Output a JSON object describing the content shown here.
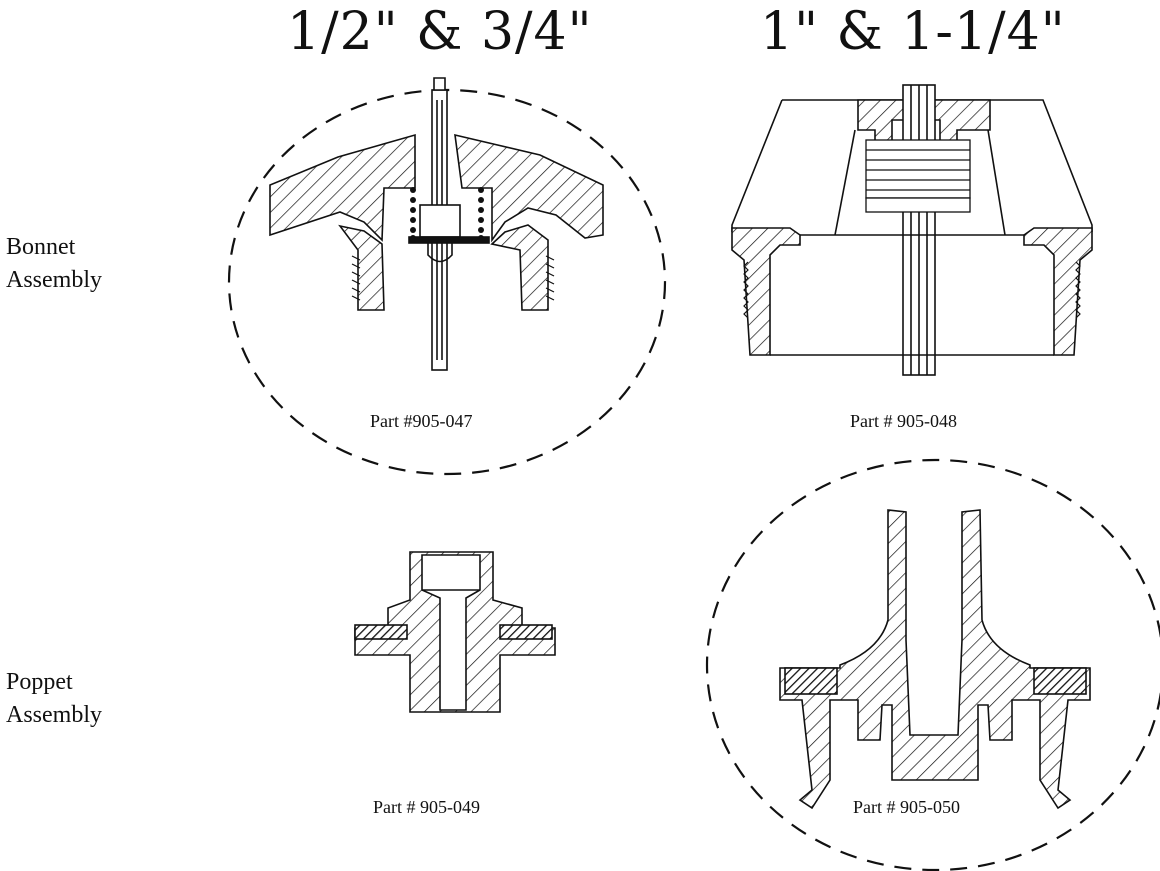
{
  "columns": {
    "small": "1/2\" & 3/4\"",
    "large": "1\" & 1-1/4\""
  },
  "rows": {
    "bonnet": {
      "line1": "Bonnet",
      "line2": "Assembly"
    },
    "poppet": {
      "line1": "Poppet",
      "line2": "Assembly"
    }
  },
  "parts": {
    "p047": "Part #905-047",
    "p048": "Part # 905-048",
    "p049": "Part # 905-049",
    "p050": "Part # 905-050"
  }
}
